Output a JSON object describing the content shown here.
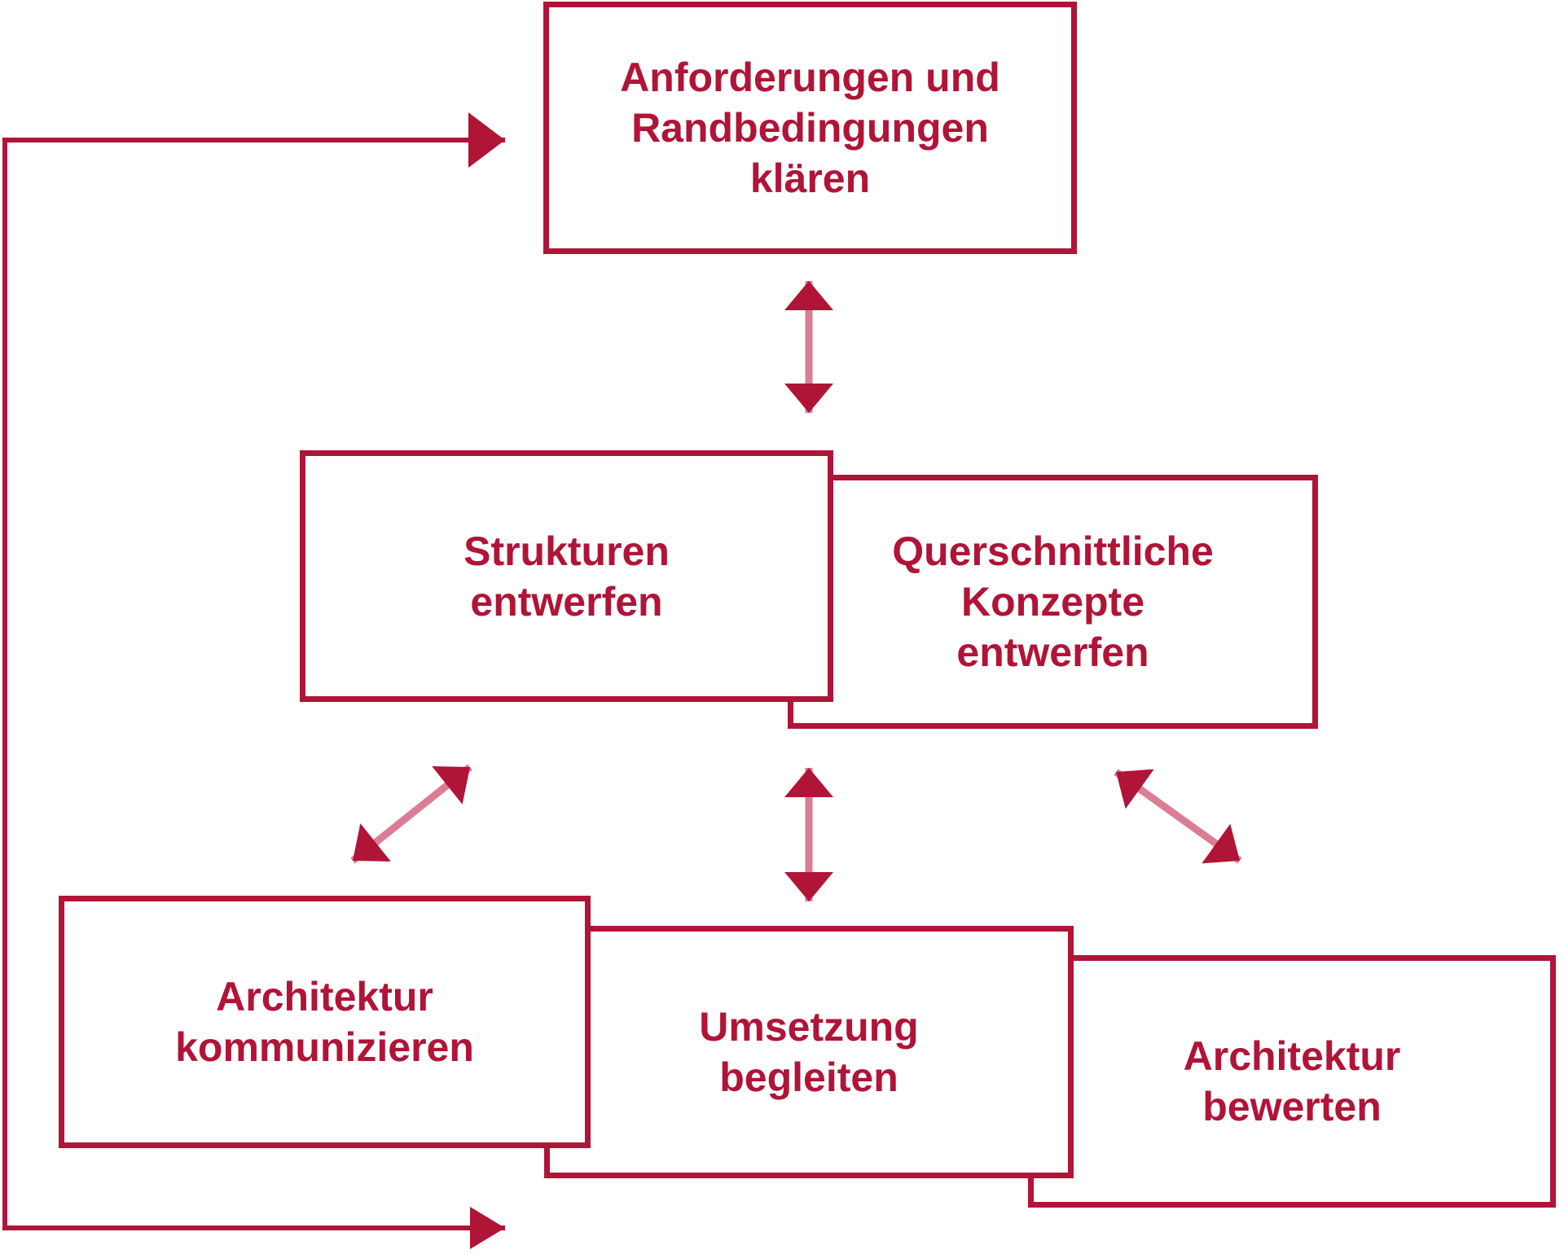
{
  "diagram": {
    "type": "flow-diagram",
    "background": "#ffffff",
    "colors": {
      "accent": "#b01437",
      "arrow_shaft": "#db7d94",
      "node_fill": "#ffffff"
    },
    "nodes": {
      "anforderungen": {
        "label": "Anforderungen und\nRandbedingungen\nklären"
      },
      "strukturen": {
        "label": "Strukturen\nentwerfen"
      },
      "querschnittliche": {
        "label": "Querschnittliche\nKonzepte\nentwerfen"
      },
      "kommunizieren": {
        "label": "Architektur\nkommunizieren"
      },
      "umsetzung": {
        "label": "Umsetzung\nbegleiten"
      },
      "bewerten": {
        "label": "Architektur\nbewerten"
      }
    },
    "arrows": [
      {
        "name": "feedback-loop",
        "kind": "one-way loop along left edge with two rightward arrowheads"
      },
      {
        "name": "anforderungen-mitte",
        "kind": "double-headed vertical"
      },
      {
        "name": "strukturen-kommunizieren",
        "kind": "double-headed diagonal"
      },
      {
        "name": "mitte-umsetzung",
        "kind": "double-headed vertical"
      },
      {
        "name": "konzepte-bewerten",
        "kind": "double-headed diagonal"
      }
    ]
  }
}
